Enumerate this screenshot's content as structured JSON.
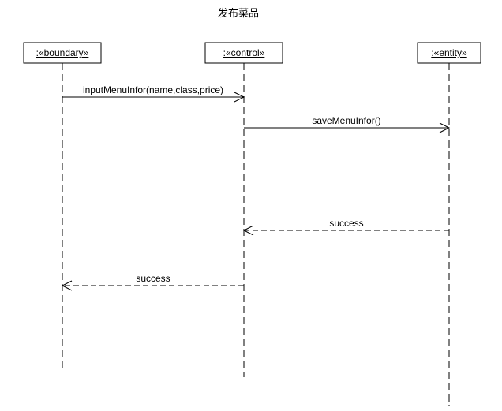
{
  "diagram": {
    "title": "发布菜品",
    "objects": [
      {
        "id": "boundary",
        "label": ":«boundary»"
      },
      {
        "id": "control",
        "label": ":«control»"
      },
      {
        "id": "entity",
        "label": ":«entity»"
      }
    ],
    "messages": [
      {
        "from": "boundary",
        "to": "control",
        "label": "inputMenuInfor(name,class,price)",
        "kind": "sync"
      },
      {
        "from": "control",
        "to": "entity",
        "label": "saveMenuInfor()",
        "kind": "sync"
      },
      {
        "from": "entity",
        "to": "control",
        "label": "success",
        "kind": "return"
      },
      {
        "from": "control",
        "to": "boundary",
        "label": "success",
        "kind": "return"
      }
    ]
  }
}
